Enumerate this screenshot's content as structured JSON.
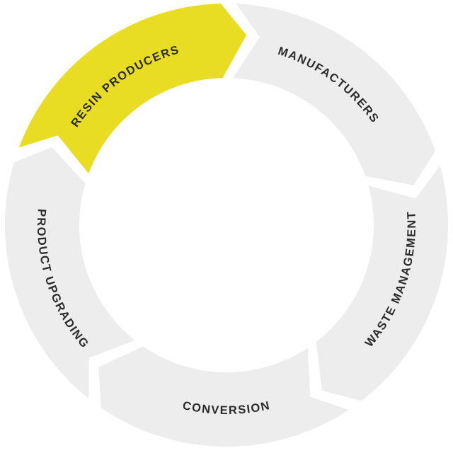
{
  "diagram": {
    "type": "cycle",
    "direction": "clockwise",
    "stages": [
      {
        "label": "RESIN PRODUCERS",
        "highlighted": true
      },
      {
        "label": "MANUFACTURERS",
        "highlighted": false
      },
      {
        "label": "WASTE MANAGEMENT",
        "highlighted": false
      },
      {
        "label": "CONVERSION",
        "highlighted": false
      },
      {
        "label": "PRODUCT UPGRADING",
        "highlighted": false
      }
    ],
    "colors": {
      "highlight": "#e9dd23",
      "segment": "#ededee",
      "label": "#2b2b2b",
      "background": "#ffffff"
    }
  }
}
